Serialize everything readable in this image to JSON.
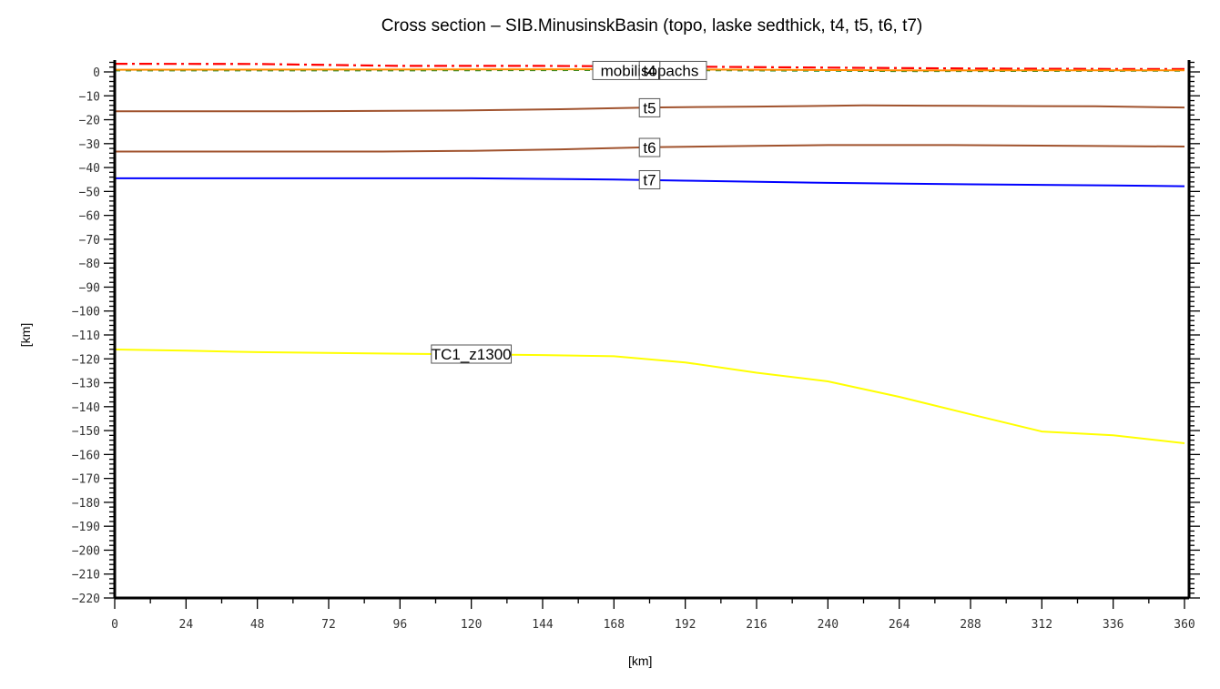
{
  "chart_data": {
    "type": "line",
    "title": "Cross section – SIB.MinusinskBasin (topo, laske sedthick, t4, t5, t6, t7)",
    "xlabel": "[km]",
    "ylabel": "[km]",
    "xlim": [
      0,
      360
    ],
    "ylim": [
      -220,
      0
    ],
    "x_ticks": [
      0,
      24,
      48,
      72,
      96,
      120,
      144,
      168,
      192,
      216,
      240,
      264,
      288,
      312,
      336,
      360
    ],
    "y_ticks": [
      0,
      -10,
      -20,
      -30,
      -40,
      -50,
      -60,
      -70,
      -80,
      -90,
      -100,
      -110,
      -120,
      -130,
      -140,
      -150,
      -160,
      -170,
      -180,
      -190,
      -200,
      -210,
      -220
    ],
    "grid": false,
    "series": [
      {
        "name": "topo",
        "color": "#ff0000",
        "style": "dash-dot",
        "x": [
          0,
          48,
          96,
          144,
          192,
          240,
          288,
          336,
          360
        ],
        "values": [
          3.4,
          3.3,
          2.5,
          2.5,
          2.2,
          1.8,
          1.4,
          1.2,
          1.2
        ]
      },
      {
        "name": "mobilisopachs",
        "color": "#228b22",
        "style": "dashed",
        "x": [
          0,
          90,
          180,
          270,
          360
        ],
        "values": [
          0.6,
          0.6,
          0.8,
          0.3,
          0.5
        ]
      },
      {
        "name": "t4",
        "color": "#ff8c00",
        "style": "solid",
        "x": [
          0,
          90,
          180,
          270,
          360
        ],
        "values": [
          0.9,
          1.0,
          1.1,
          0.6,
          0.7
        ]
      },
      {
        "name": "t5",
        "color": "#a0522d",
        "style": "solid",
        "x": [
          0,
          60,
          120,
          150,
          180,
          216,
          252,
          288,
          330,
          360
        ],
        "values": [
          -16.5,
          -16.5,
          -16.1,
          -15.6,
          -14.9,
          -14.5,
          -14.0,
          -14.2,
          -14.4,
          -14.9
        ]
      },
      {
        "name": "t6",
        "color": "#a0522d",
        "style": "solid",
        "x": [
          0,
          90,
          120,
          150,
          180,
          216,
          240,
          282,
          330,
          360
        ],
        "values": [
          -33.3,
          -33.3,
          -33.0,
          -32.4,
          -31.5,
          -30.9,
          -30.6,
          -30.6,
          -31.0,
          -31.2
        ]
      },
      {
        "name": "t7",
        "color": "#0000ff",
        "style": "solid",
        "x": [
          0,
          120,
          168,
          192,
          240,
          288,
          336,
          360
        ],
        "values": [
          -44.5,
          -44.5,
          -45.0,
          -45.5,
          -46.4,
          -47.0,
          -47.5,
          -47.8
        ]
      },
      {
        "name": "TC1_z1300",
        "color": "#ffff00",
        "style": "solid",
        "x": [
          0,
          24,
          48,
          108,
          144,
          168,
          192,
          216,
          240,
          264,
          288,
          312,
          336,
          360
        ],
        "values": [
          -116.1,
          -116.6,
          -117.2,
          -118.0,
          -118.4,
          -118.9,
          -121.5,
          -125.8,
          -129.4,
          -135.9,
          -143.2,
          -150.4,
          -152.0,
          -155.3
        ]
      }
    ],
    "annotations": [
      {
        "text": "mobilisopachs",
        "x": 180,
        "y": 0.6
      },
      {
        "text": "t4",
        "x": 180,
        "y": 0.6
      },
      {
        "text": "t5",
        "x": 180,
        "y": -15.0
      },
      {
        "text": "t6",
        "x": 180,
        "y": -31.6
      },
      {
        "text": "t7",
        "x": 180,
        "y": -45.1
      },
      {
        "text": "TC1_z1300",
        "x": 120,
        "y": -118.0
      }
    ]
  }
}
